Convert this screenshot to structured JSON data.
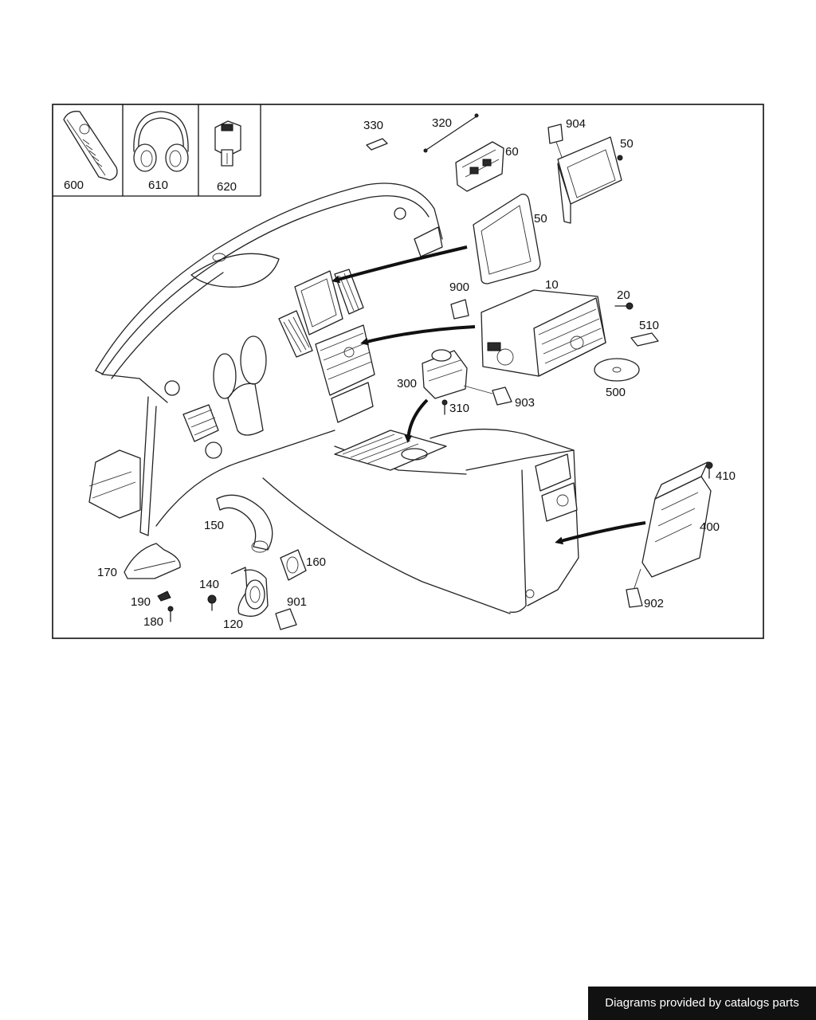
{
  "parts": {
    "p600": "600",
    "p610": "610",
    "p620": "620",
    "p330": "330",
    "p320": "320",
    "p904": "904",
    "p60": "60",
    "p50a": "50",
    "p50b": "50",
    "p900": "900",
    "p10": "10",
    "p20": "20",
    "p510": "510",
    "p500": "500",
    "p300": "300",
    "p903": "903",
    "p310": "310",
    "p410": "410",
    "p400": "400",
    "p902": "902",
    "p150": "150",
    "p160": "160",
    "p170": "170",
    "p140": "140",
    "p901": "901",
    "p190": "190",
    "p180": "180",
    "p120": "120"
  },
  "credit": "Diagrams provided by catalogs parts"
}
